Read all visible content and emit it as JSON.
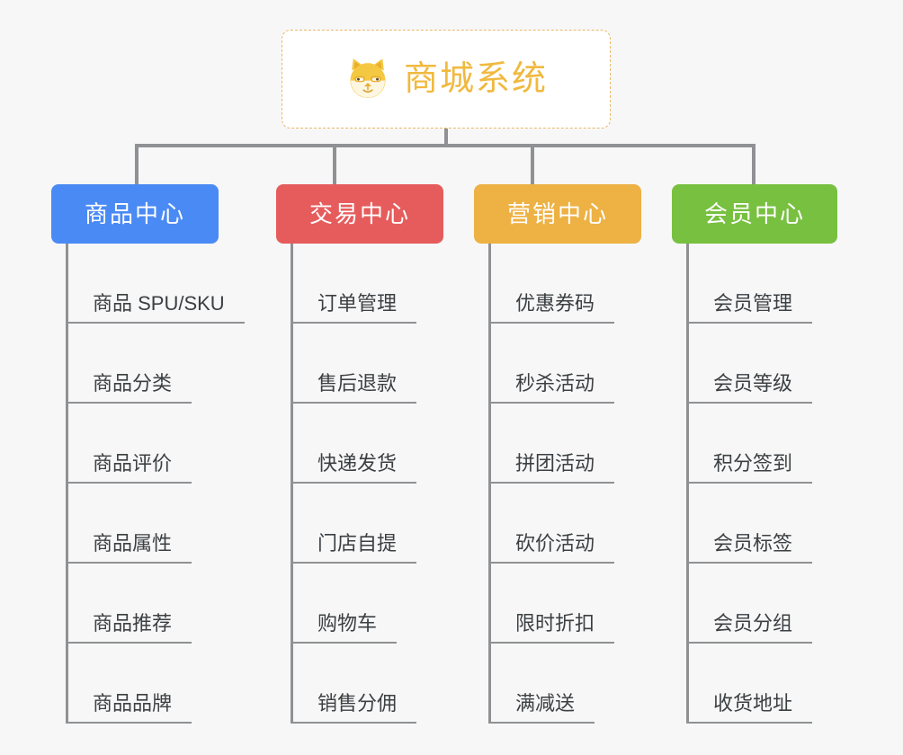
{
  "root": {
    "title": "商城系统",
    "icon": "shiba-dog-face-emoji",
    "title_color": "#f0b93f",
    "border_color": "#e8b96a",
    "background": "#ffffff"
  },
  "canvas": {
    "background": "#f7f7f7",
    "connector_color": "#8f9194"
  },
  "columns": [
    {
      "title": "商品中心",
      "color": "#4a8af4",
      "text_color": "#ffffff",
      "leaves": [
        {
          "label": "商品 SPU/SKU"
        },
        {
          "label": "商品分类"
        },
        {
          "label": "商品评价"
        },
        {
          "label": "商品属性"
        },
        {
          "label": "商品推荐"
        },
        {
          "label": "商品品牌"
        }
      ]
    },
    {
      "title": "交易中心",
      "color": "#e65c5c",
      "text_color": "#ffffff",
      "leaves": [
        {
          "label": "订单管理"
        },
        {
          "label": "售后退款"
        },
        {
          "label": "快递发货"
        },
        {
          "label": "门店自提"
        },
        {
          "label": "购物车"
        },
        {
          "label": "销售分佣"
        }
      ]
    },
    {
      "title": "营销中心",
      "color": "#edb144",
      "text_color": "#ffffff",
      "leaves": [
        {
          "label": "优惠券码"
        },
        {
          "label": "秒杀活动"
        },
        {
          "label": "拼团活动"
        },
        {
          "label": "砍价活动"
        },
        {
          "label": "限时折扣"
        },
        {
          "label": "满减送"
        }
      ]
    },
    {
      "title": "会员中心",
      "color": "#78c040",
      "text_color": "#ffffff",
      "leaves": [
        {
          "label": "会员管理"
        },
        {
          "label": "会员等级"
        },
        {
          "label": "积分签到"
        },
        {
          "label": "会员标签"
        },
        {
          "label": "会员分组"
        },
        {
          "label": "收货地址"
        }
      ]
    }
  ]
}
